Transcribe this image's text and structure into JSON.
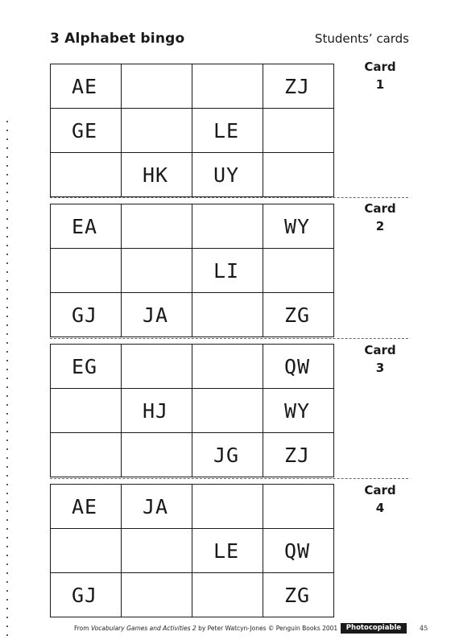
{
  "header": {
    "title": "3  Alphabet bingo",
    "subtitle": "Students’ cards"
  },
  "card_word": "Card",
  "cards": [
    {
      "number": "1",
      "rows": [
        [
          "AE",
          "",
          "",
          "ZJ"
        ],
        [
          "GE",
          "",
          "LE",
          ""
        ],
        [
          "",
          "HK",
          "UY",
          ""
        ]
      ]
    },
    {
      "number": "2",
      "rows": [
        [
          "EA",
          "",
          "",
          "WY"
        ],
        [
          "",
          "",
          "LI",
          ""
        ],
        [
          "GJ",
          "JA",
          "",
          "ZG"
        ]
      ]
    },
    {
      "number": "3",
      "rows": [
        [
          "EG",
          "",
          "",
          "QW"
        ],
        [
          "",
          "HJ",
          "",
          "WY"
        ],
        [
          "",
          "",
          "JG",
          "ZJ"
        ]
      ]
    },
    {
      "number": "4",
      "rows": [
        [
          "AE",
          "JA",
          "",
          ""
        ],
        [
          "",
          "",
          "LE",
          "QW"
        ],
        [
          "GJ",
          "",
          "",
          "ZG"
        ]
      ]
    }
  ],
  "footer": {
    "prefix": "From ",
    "book_title": "Vocabulary Games and Activities 2",
    "suffix": " by Peter Watcyn-Jones © Penguin Books 2001",
    "badge": "Photocopiable",
    "page_number": "45"
  }
}
